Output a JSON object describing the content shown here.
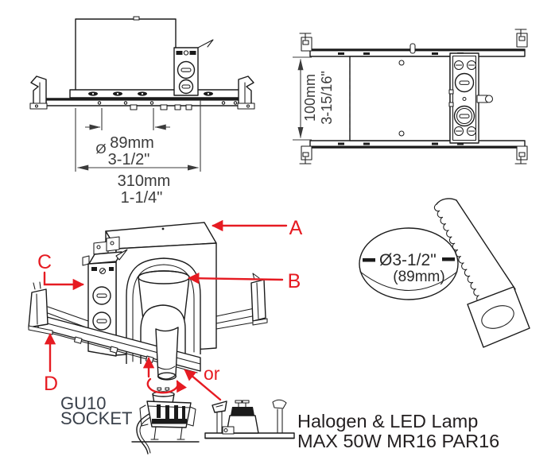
{
  "colors": {
    "callout_red": "#e61b22",
    "line_ink": "#1b1b1b",
    "dimension_text": "#3b3b3b",
    "note_text": "#231f20"
  },
  "front_view": {
    "aperture_symbol": "Ø",
    "aperture_mm": "89mm",
    "aperture_in": "3-1/2\"",
    "overall_mm": "310mm",
    "overall_in": "1-1/4\""
  },
  "top_view": {
    "height_mm": "100mm",
    "height_in": "3-15/16\""
  },
  "callouts": {
    "a": "A",
    "b": "B",
    "c": "C",
    "d": "D"
  },
  "hole_saw": {
    "diameter": "Ø3-1/2\"",
    "diameter_mm": "(89mm)"
  },
  "socket_label": {
    "line1": "GU10",
    "line2": "SOCKET"
  },
  "or_label": "or",
  "lamp_note": {
    "line1": "Halogen & LED Lamp",
    "line2": "MAX 50W MR16 PAR16"
  }
}
